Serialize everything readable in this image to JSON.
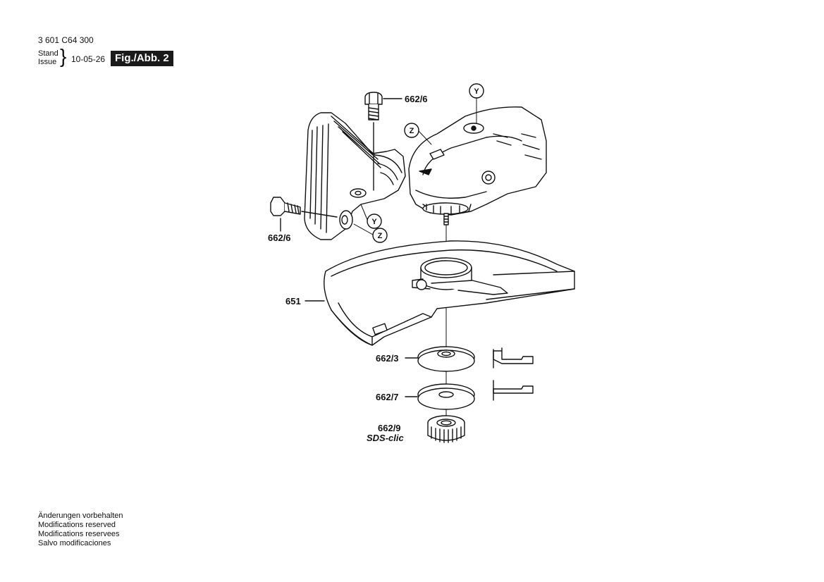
{
  "header": {
    "doc_number": "3 601 C64 300",
    "stand_label": "Stand",
    "issue_label": "Issue",
    "issue_date": "10-05-26",
    "figure_label": "Fig./Abb. 2"
  },
  "diagram": {
    "callouts": {
      "bolt_top": "662/6",
      "bolt_left": "662/6",
      "guard": "651",
      "flange": "662/3",
      "nut": "662/7",
      "quick_nut": "662/9",
      "quick_nut_brand": "SDS-clic"
    },
    "markers": {
      "y": "Y",
      "z": "Z"
    }
  },
  "footer": {
    "notices": [
      "Änderungen vorbehalten",
      "Modifications reserved",
      "Modifications reservees",
      "Salvo modificaciones"
    ]
  }
}
